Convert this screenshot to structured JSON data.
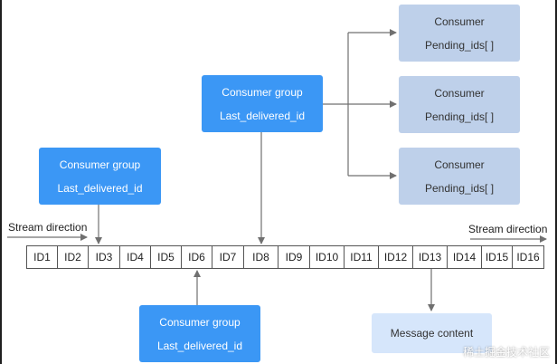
{
  "stream": {
    "ids": [
      "ID1",
      "ID2",
      "ID3",
      "ID4",
      "ID5",
      "ID6",
      "ID7",
      "ID8",
      "ID9",
      "ID10",
      "ID11",
      "ID12",
      "ID13",
      "ID14",
      "ID15",
      "ID16"
    ],
    "direction_left": "Stream direction",
    "direction_right": "Stream direction"
  },
  "groups": {
    "left": {
      "title": "Consumer group",
      "field": "Last_delivered_id"
    },
    "top": {
      "title": "Consumer group",
      "field": "Last_delivered_id"
    },
    "bottom": {
      "title": "Consumer group",
      "field": "Last_delivered_id"
    }
  },
  "consumers": [
    {
      "title": "Consumer",
      "field": "Pending_ids[ ]"
    },
    {
      "title": "Consumer",
      "field": "Pending_ids[ ]"
    },
    {
      "title": "Consumer",
      "field": "Pending_ids[ ]"
    }
  ],
  "message": {
    "label": "Message content"
  },
  "watermark": "稀土掘金技术社区",
  "colors": {
    "group_fill": "#3b97f5",
    "consumer_fill": "#bed0ea",
    "message_fill": "#d6e6fb",
    "arrow": "#707070"
  }
}
